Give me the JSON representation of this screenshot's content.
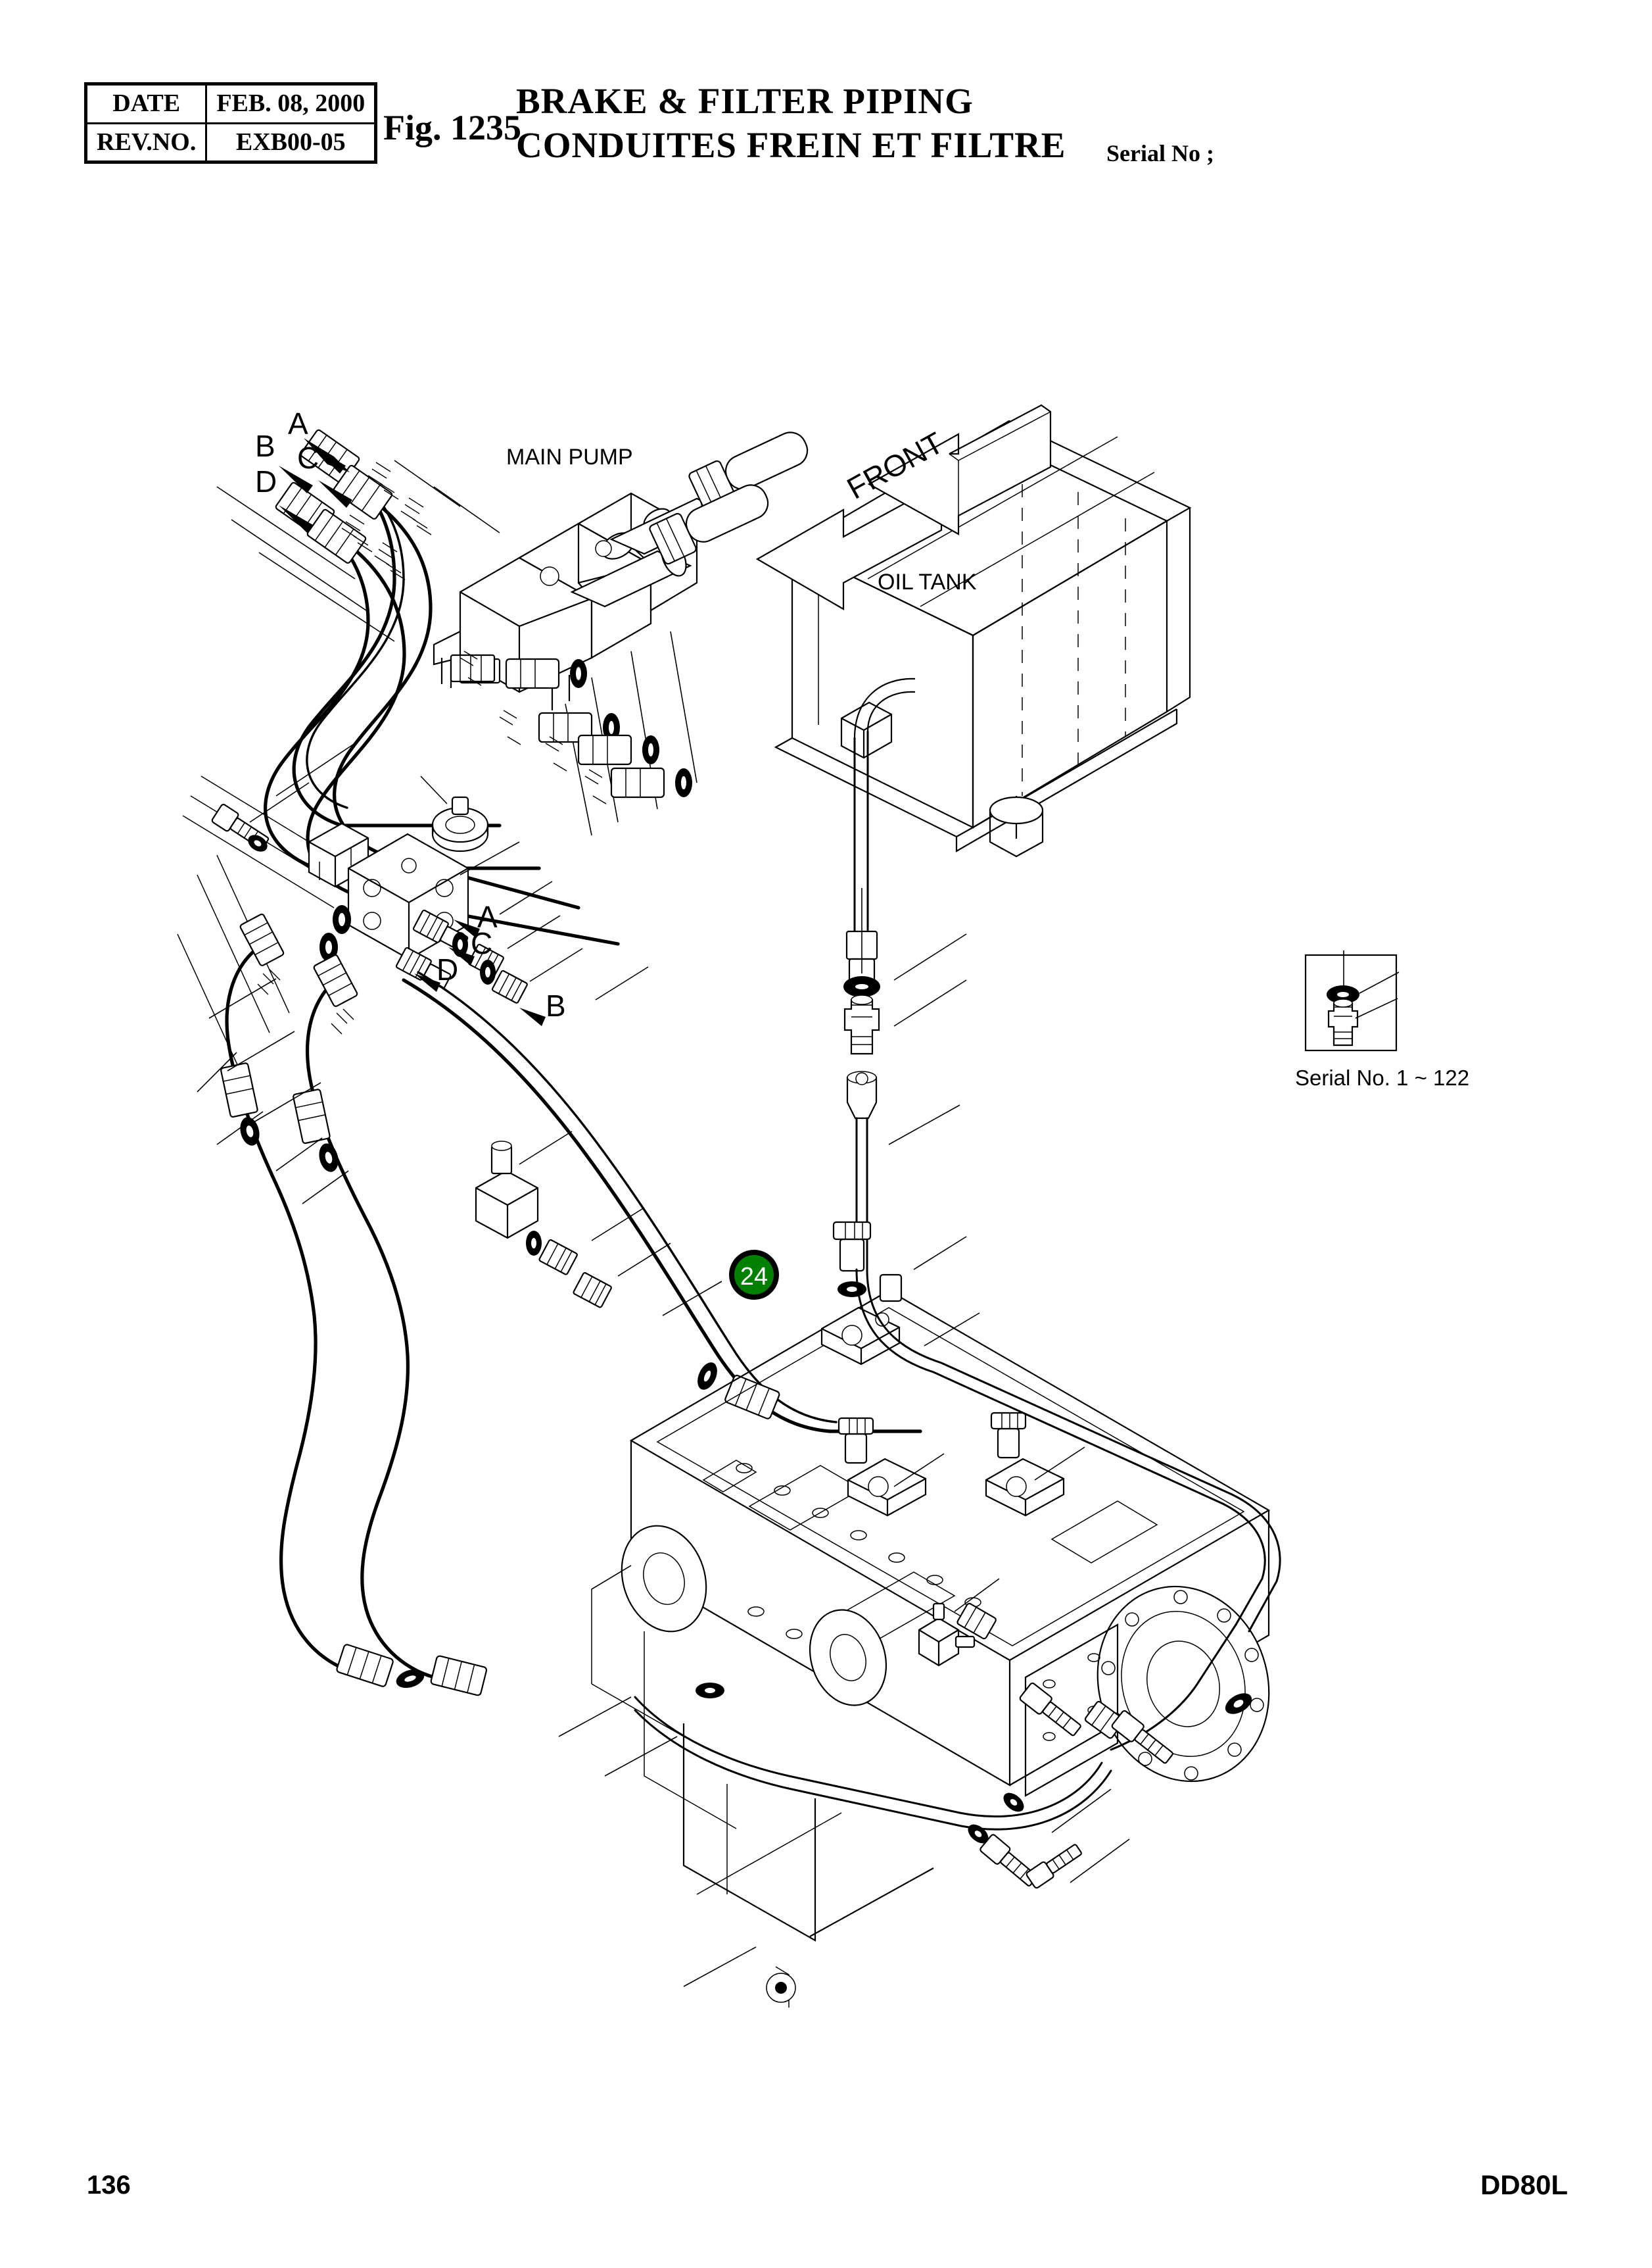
{
  "header": {
    "meta_rows": [
      {
        "key": "DATE",
        "value": "FEB. 08, 2000"
      },
      {
        "key": "REV.NO.",
        "value": "EXB00-05"
      }
    ],
    "fig_no": "Fig. 1235",
    "title_en": "BRAKE & FILTER PIPING",
    "title_fr": "CONDUITES FREIN ET FILTRE",
    "serial_no_label": "Serial No ;"
  },
  "diagram": {
    "labels": {
      "main_pump": "MAIN PUMP",
      "oil_tank": "OIL TANK",
      "front_arrow": "FRONT",
      "serial_note": "Serial No. 1 ~ 122"
    },
    "port_callouts_upper": [
      "A",
      "B",
      "C",
      "D"
    ],
    "port_callouts_lower": [
      "A",
      "C",
      "D",
      "B"
    ],
    "item_badges": [
      {
        "number": "24",
        "color": "#008000",
        "text_color": "#ffffff",
        "ring_color": "#000000"
      }
    ]
  },
  "footer": {
    "page_number": "136",
    "model": "DD80L"
  }
}
